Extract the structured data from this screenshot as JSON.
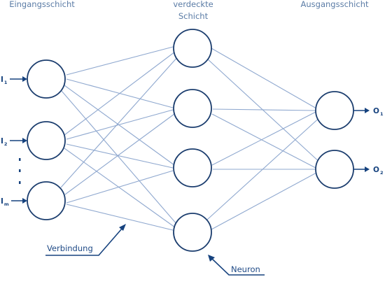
{
  "layers": {
    "input": {
      "label": "Eingangsschicht"
    },
    "hidden": {
      "label_line1": "verdeckte",
      "label_line2": "Schicht"
    },
    "output": {
      "label": "Ausgangsschicht"
    }
  },
  "inputs": [
    {
      "letter": "I",
      "sub": "1"
    },
    {
      "letter": "I",
      "sub": "2"
    },
    {
      "letter": "I",
      "sub": "m"
    }
  ],
  "outputs": [
    {
      "letter": "O",
      "sub": "1"
    },
    {
      "letter": "O",
      "sub": "2"
    }
  ],
  "annotations": {
    "connection": "Verbindung",
    "neuron": "Neuron"
  },
  "colors": {
    "neuron_stroke": "#1b3d6e",
    "connection": "#8fa8cf",
    "text_dark": "#16427e",
    "text_light": "#5b7ca6"
  }
}
